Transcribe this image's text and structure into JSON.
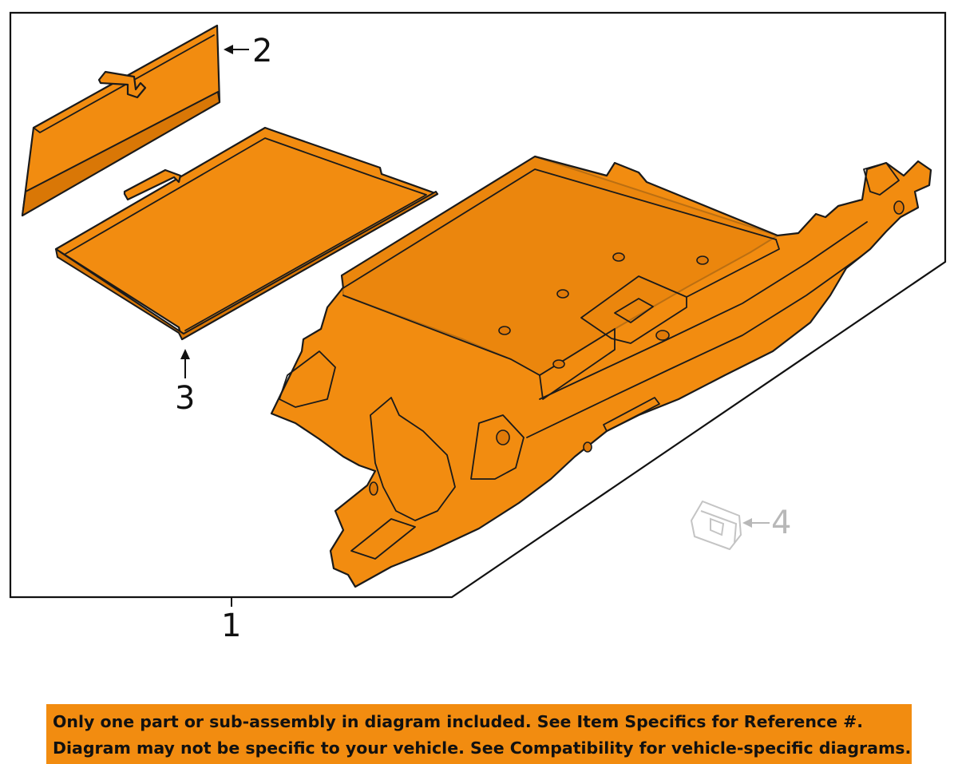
{
  "callouts": {
    "part_1": "1",
    "part_2": "2",
    "part_3": "3",
    "part_4": "4"
  },
  "notice": {
    "line1": "Only one part or sub-assembly in diagram included. See Item Specifics for Reference #.",
    "line2": "Diagram may not be specific to your vehicle. See Compatibility for vehicle-specific diagrams."
  },
  "colors": {
    "highlight": "#f28c10",
    "outline": "#1a1a1a",
    "ghost": "#c4c4c4"
  }
}
